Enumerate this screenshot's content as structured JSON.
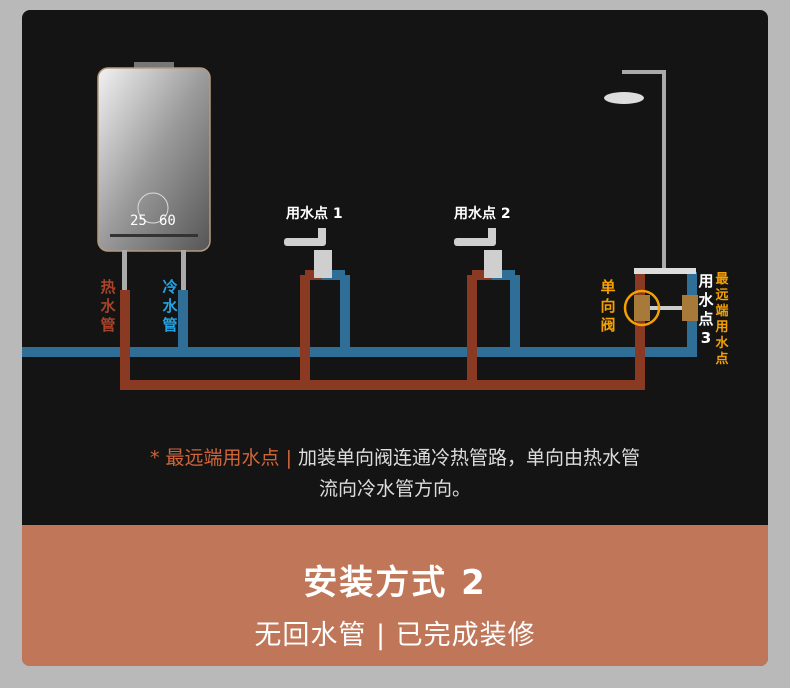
{
  "heater": {
    "display_left": "25",
    "display_right": "60"
  },
  "pipes": {
    "hot": "热水管",
    "cold": "冷水管"
  },
  "points": [
    {
      "label": "用水点 1"
    },
    {
      "label": "用水点 2"
    },
    {
      "label": "用水点 3"
    }
  ],
  "valve_label": "单向阀",
  "farthest_label": "最远端用水点",
  "note": {
    "prefix": "* 最远端用水点 |",
    "line1": " 加装单向阀连通冷热管路，单向由热水管",
    "line2": "流向冷水管方向。"
  },
  "footer": {
    "title": "安装方式 2",
    "subtitle": "无回水管 | 已完成装修"
  },
  "colors": {
    "hot": "#8a3a22",
    "cold": "#2f6e97",
    "accent": "#f5a000",
    "footer_bg": "#c07759"
  }
}
